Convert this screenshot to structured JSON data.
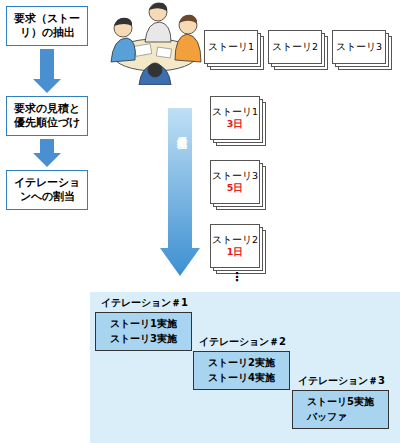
{
  "diagram": {
    "nodes": [
      {
        "text": [
          "要求（ストーリ）の抽出"
        ]
      },
      {
        "text": [
          "要求の見積と優先順位づけ"
        ]
      },
      {
        "text": [
          "イテレーションへの割当"
        ]
      },
      {
        "text": [
          "ストーリ1"
        ]
      },
      {
        "text": [
          "ストーリ2"
        ]
      },
      {
        "text": [
          "ストーリ3"
        ]
      },
      {
        "text": [
          "ストーリ1",
          "3日"
        ]
      },
      {
        "text": [
          "ストーリ3",
          "5日"
        ]
      },
      {
        "text": [
          "ストーリ2",
          "1日"
        ]
      },
      {
        "text": [
          "イテレーション＃1",
          "ストーリ1実施 ストーリ3実施"
        ]
      },
      {
        "text": [
          "イテレーション＃2",
          "ストーリ2実施 ストーリ4実施"
        ]
      },
      {
        "text": [
          "イテレーション＃3",
          "ストーリ5実施 バッファ"
        ]
      }
    ],
    "edges": [
      {
        "from": 0,
        "to": 1,
        "arrow": "to"
      },
      {
        "from": 1,
        "to": 2,
        "arrow": "to"
      }
    ],
    "labels": [
      "優先順位",
      "⋮"
    ]
  }
}
